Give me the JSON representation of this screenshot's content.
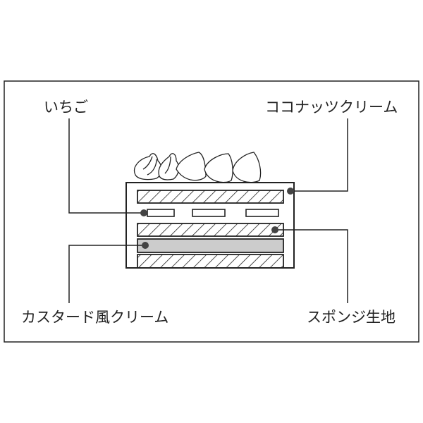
{
  "labels": {
    "strawberry": "いちご",
    "coconut_cream": "ココナッツクリーム",
    "custard_cream": "カスタード風クリーム",
    "sponge": "スポンジ生地"
  },
  "colors": {
    "line": "#222222",
    "dot": "#444444",
    "custard": "#cccccc"
  }
}
